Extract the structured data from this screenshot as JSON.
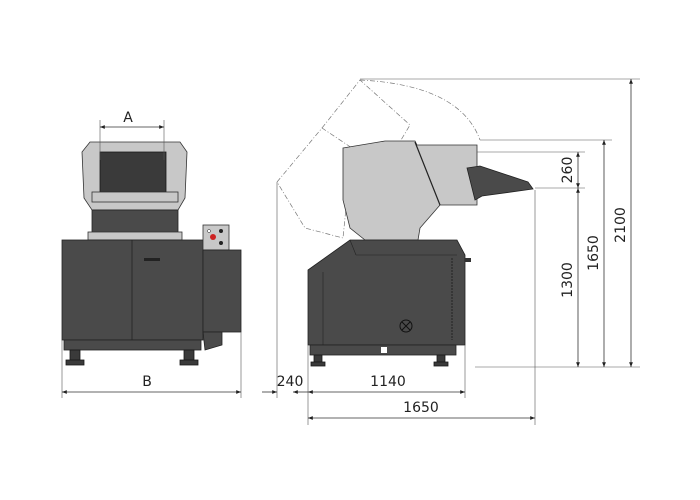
{
  "front_view": {
    "dim_a": "A",
    "dim_b": "B"
  },
  "side_view": {
    "dim_240": "240",
    "dim_1140": "1140",
    "dim_1650_width": "1650",
    "dim_260": "260",
    "dim_1300": "1300",
    "dim_1650_height": "1650",
    "dim_2100": "2100"
  },
  "colors": {
    "body": "#4a4a4a",
    "hopper": "#c8c8c8",
    "stop_button": "#cc2222"
  }
}
